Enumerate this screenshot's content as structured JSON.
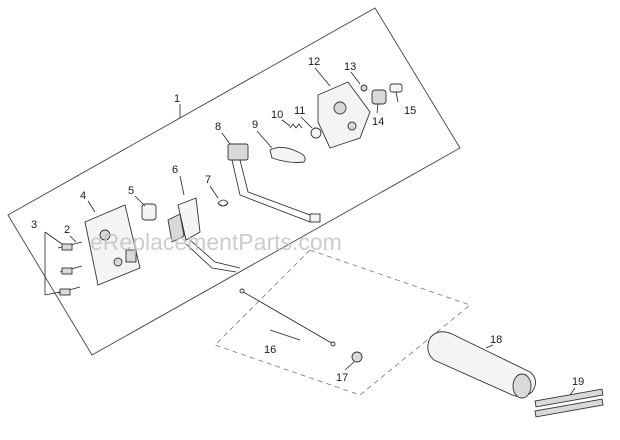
{
  "watermark": "eReplacementParts.com",
  "callouts": {
    "n1": "1",
    "n2": "2",
    "n3": "3",
    "n4": "4",
    "n5": "5",
    "n6": "6",
    "n7": "7",
    "n8": "8",
    "n9": "9",
    "n10": "10",
    "n11": "11",
    "n12": "12",
    "n13": "13",
    "n14": "14",
    "n15": "15",
    "n16": "16",
    "n17": "17",
    "n18": "18",
    "n19": "19"
  }
}
